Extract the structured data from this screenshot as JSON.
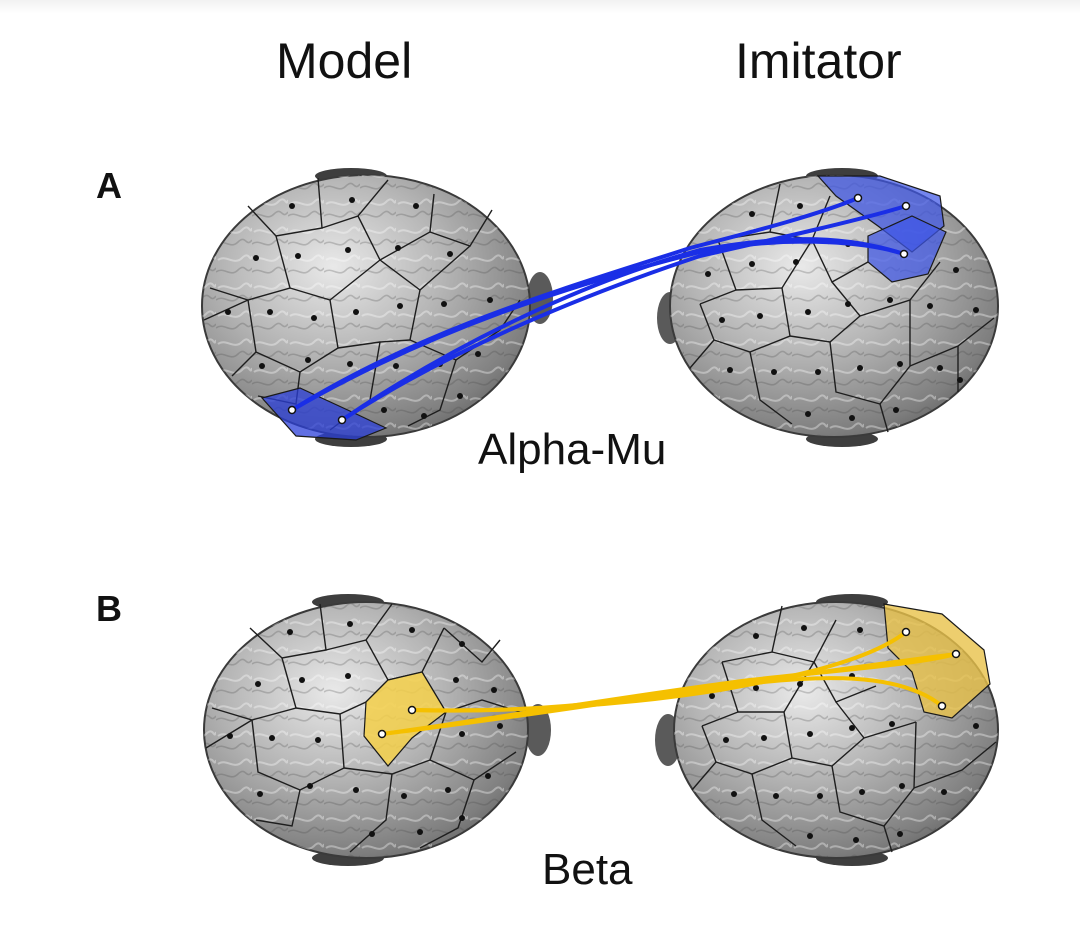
{
  "headers": {
    "model": "Model",
    "imitator": "Imitator"
  },
  "panels": [
    {
      "letter": "A",
      "band": "Alpha-Mu",
      "color": "#1a2ee6",
      "model_region": "left posterior",
      "imitator_region": "right frontal"
    },
    {
      "letter": "B",
      "band": "Beta",
      "color": "#f5c000",
      "model_region": "central",
      "imitator_region": "right frontal"
    }
  ],
  "colors": {
    "head": "#9a9a9a",
    "cell_line": "#1e1e1e",
    "electrode": "#111111",
    "blue_region": "#3b55e8",
    "yellow_region": "#f5d04a"
  }
}
